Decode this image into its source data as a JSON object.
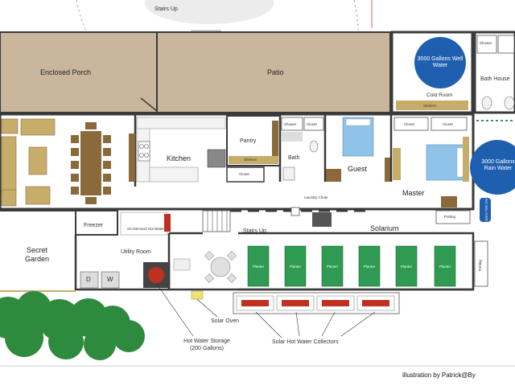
{
  "labels": {
    "stairs_up_top": "Stairs Up",
    "enclosed_porch": "Enclosed Porch",
    "patio": "Patio",
    "well_tank": "3000 Gallons Well Water",
    "rain_tank": "3000 Gallons Rain Water",
    "cold_room": "Cold Room",
    "shelves_cold": "Shelves",
    "showers_top": "Shower",
    "bath_house": "Bath House",
    "kitchen": "Kitchen",
    "pantry": "Pantry",
    "shelves_pantry": "Shelves",
    "closet_small": "Closet",
    "shower_bath": "Shower",
    "closet_bath": "Closet",
    "bath": "Bath",
    "guest": "Guest",
    "closet_master1": "Closet",
    "closet_master2": "Closet",
    "master": "Master",
    "laundry_chute": "Laundry Chute",
    "potting": "Potting",
    "propane_tank": "Propane Tank 100 gal",
    "freezer": "Freezer",
    "on_demand": "On-Demand Hot Water",
    "stairs_up_mid": "Stairs Up",
    "solarium": "Solarium",
    "secret_garden": "Secret Garden",
    "utility_room": "Utility Room",
    "washer": "W",
    "dryer": "D",
    "planter": "Planter",
    "potting_right": "Potting",
    "solar_oven": "Solar Oven",
    "hot_water_storage": "Hot Water Storage (200 Gallons)",
    "solar_hot_water": "Solar Hot Water Collectors",
    "credit": "illustration by Patrick@By"
  },
  "planters": [
    "Planter",
    "Planter",
    "Planter",
    "Planter",
    "Planter",
    "Planter"
  ],
  "colors": {
    "wall": "#3a3a3a",
    "porch_floor": "#c9b69c",
    "tank_blue": "#1f5fb0",
    "bed_blue": "#8fc4e8",
    "planter_green": "#2f9a52",
    "collector_red": "#c0301e",
    "brown_trim": "#8a6a3a",
    "tan_furniture": "#c7ad6a",
    "bush_green": "#2e8a3c"
  }
}
